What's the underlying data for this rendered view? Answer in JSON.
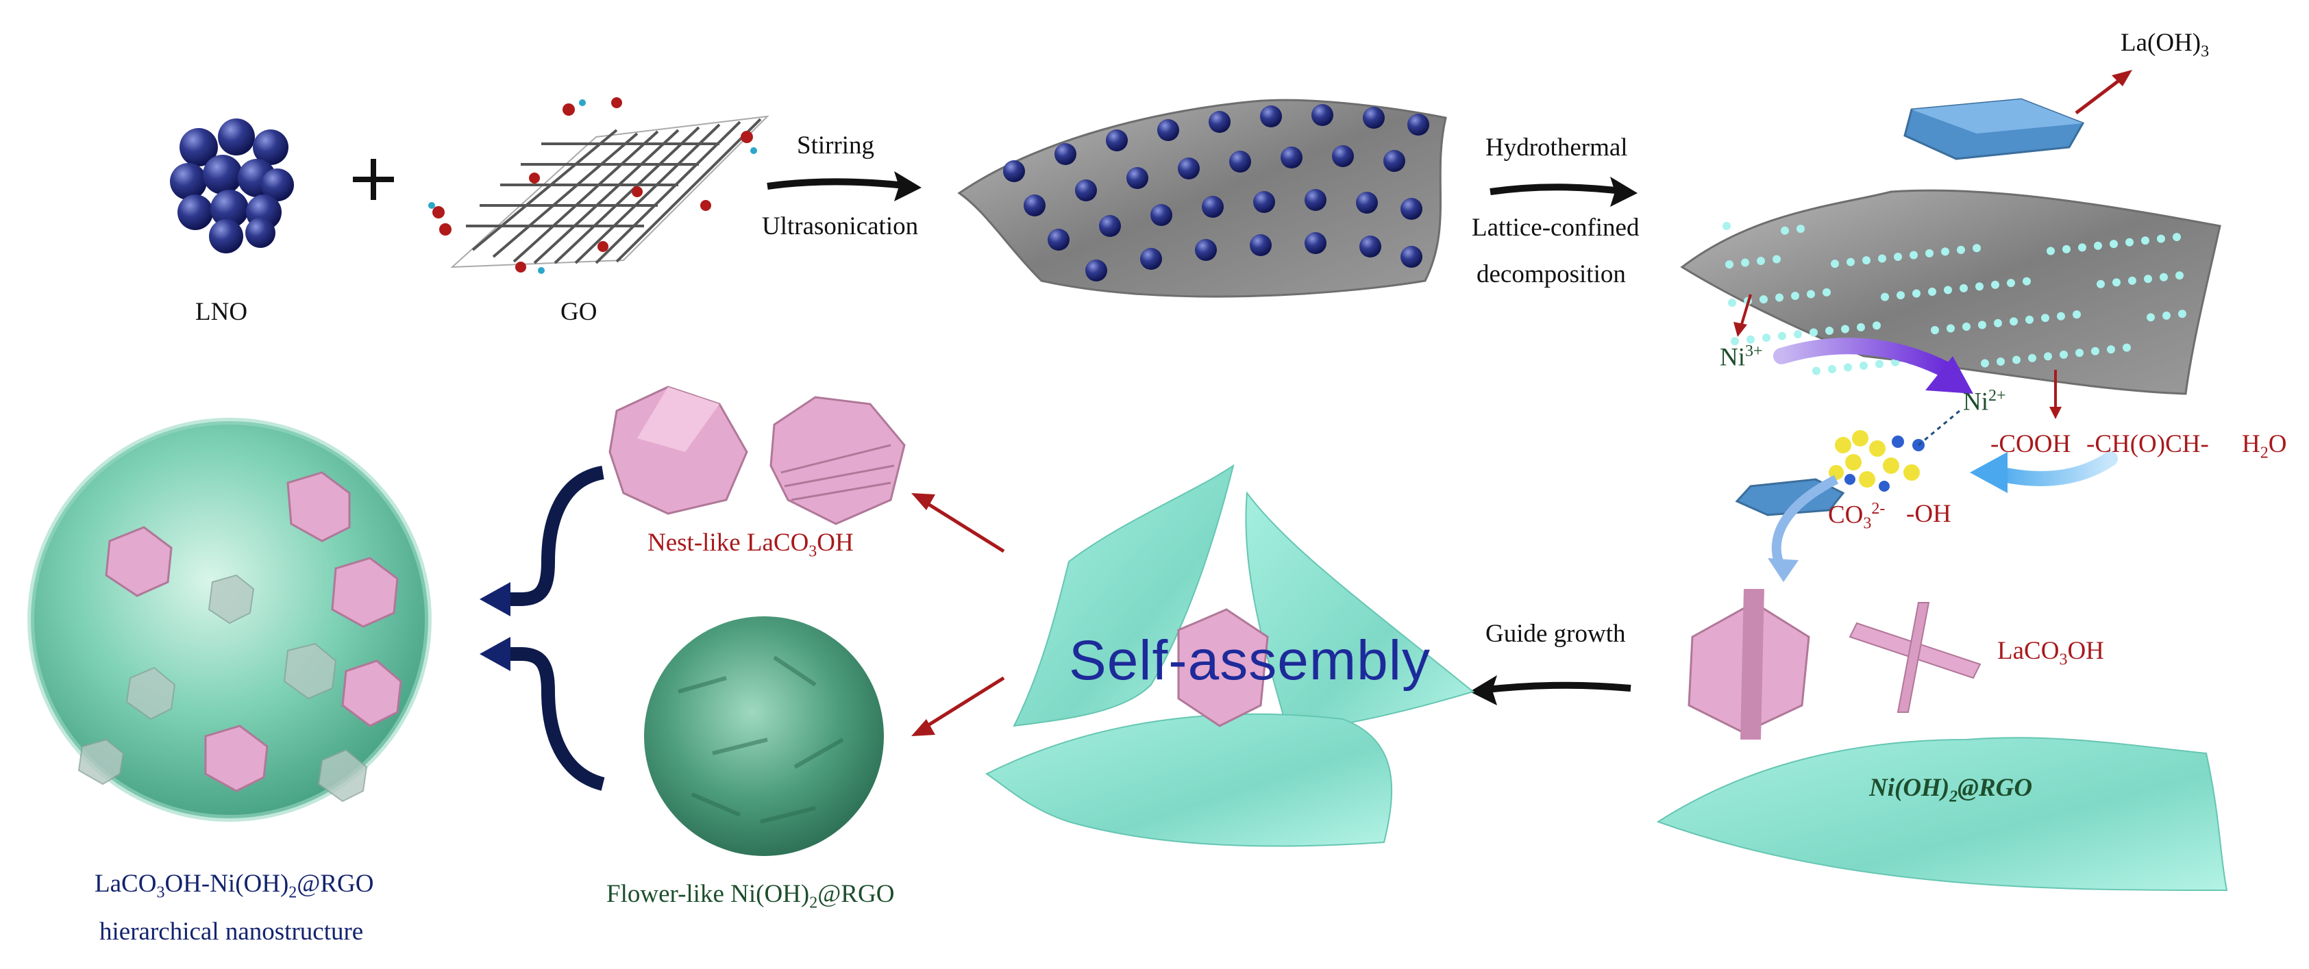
{
  "labels": {
    "lno": "LNO",
    "plus": "+",
    "go": "GO",
    "stirring": "Stirring",
    "ultrasonication": "Ultrasonication",
    "hydrothermal": "Hydrothermal",
    "lattice_confined": "Lattice-confined",
    "decomposition": "decomposition",
    "la_oh3_main": "La(OH)",
    "la_oh3_sub": "3",
    "ni3": "Ni",
    "ni3_sup": "3+",
    "ni2": "Ni",
    "ni2_sup": "2+",
    "cooh": "-COOH",
    "chch": "-CH(O)CH-",
    "h2o": "H",
    "h2o_sub": "2",
    "h2o_end": "O",
    "co3": "CO",
    "co3_sub": "3",
    "co3_sup": "2-",
    "oh": "-OH",
    "guide_growth": "Guide growth",
    "laco3oh_a": "LaCO",
    "laco3oh_sub": "3",
    "laco3oh_b": "OH",
    "self_assembly": "Self-assembly",
    "nest_a": "Nest-like LaCO",
    "nest_sub": "3",
    "nest_b": "OH",
    "flower_a": "Flower-like Ni(OH)",
    "flower_sub": "2",
    "flower_b": "@RGO",
    "nioh2_rgo_a": "Ni(OH)",
    "nioh2_rgo_sub": "2",
    "nioh2_rgo_b": "@RGO",
    "product_a": "LaCO",
    "product_sub1": "3",
    "product_b": "OH-Ni(OH)",
    "product_sub2": "2",
    "product_c": "@RGO",
    "product_line2": "hierarchical nanostructure"
  },
  "colors": {
    "sphere": "#2f3a8f",
    "graphene": "#8a8a8a",
    "hexagon": "#5b9bd5",
    "pink": "#e4a9cf",
    "teal": "#8fe3d2",
    "dark_arrow": "#111111",
    "red_arrow": "#a8191c",
    "navy_arrow": "#13236e"
  }
}
